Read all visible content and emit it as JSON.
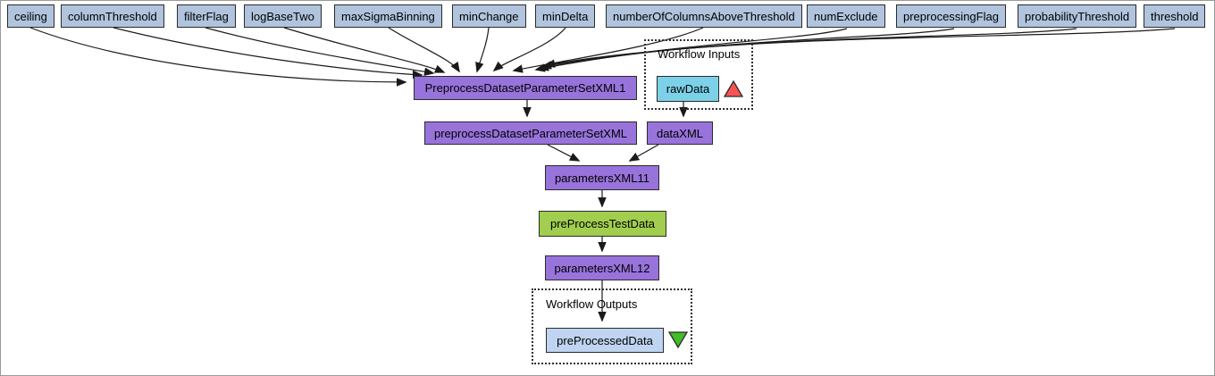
{
  "top_inputs": [
    "ceiling",
    "columnThreshold",
    "filterFlag",
    "logBaseTwo",
    "maxSigmaBinning",
    "minChange",
    "minDelta",
    "numberOfColumnsAboveThreshold",
    "numExclude",
    "preprocessingFlag",
    "probabilityThreshold",
    "threshold"
  ],
  "nodes": {
    "preprocess1": "PreprocessDatasetParameterSetXML1",
    "preprocess2": "preprocessDatasetParameterSetXML",
    "dataXML": "dataXML",
    "parametersXML11": "parametersXML11",
    "preProcessTestData": "preProcessTestData",
    "parametersXML12": "parametersXML12"
  },
  "groups": {
    "inputs": {
      "title": "Workflow Inputs",
      "port": "rawData"
    },
    "outputs": {
      "title": "Workflow Outputs",
      "port": "preProcessedData"
    }
  },
  "colors": {
    "input_param": "#B0C4DE",
    "processor": "#9873DB",
    "beanshell": "#A1CE4E",
    "input_port": "#7BD1E8",
    "output_port": "#BFD4F0",
    "input_marker": "#F75353",
    "output_marker": "#43BC28",
    "edge": "#1a1a1a"
  }
}
